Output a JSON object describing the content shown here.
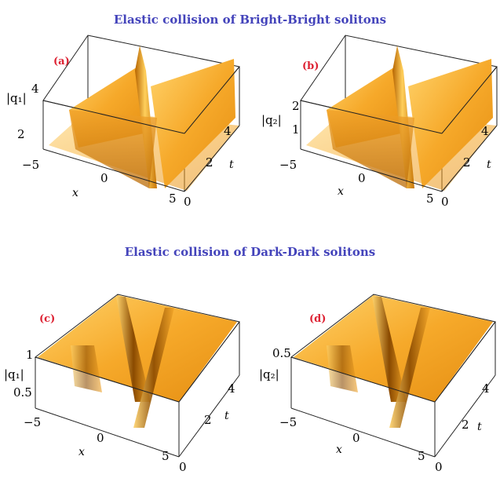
{
  "headings": {
    "top": "Elastic collision  of Bright-Bright solitons",
    "bottom": "Elastic collision  of Dark-Dark solitons"
  },
  "colors": {
    "heading": "#4444bb",
    "panel_label": "#dd2233",
    "surface_light": "#ffc94a",
    "surface_mid": "#f5a623",
    "surface_dark": "#a65a00"
  },
  "panels": [
    {
      "id": "a",
      "label": "(a)",
      "zlabel": "|q₁|",
      "zticks": [
        "4",
        "2"
      ],
      "xticks": [
        "−5",
        "0",
        "5"
      ],
      "tticks": [
        "0",
        "2",
        "4"
      ],
      "xlabel": "x",
      "tlabel": "t",
      "kind": "bright"
    },
    {
      "id": "b",
      "label": "(b)",
      "zlabel": "|q₂|",
      "zticks": [
        "2",
        "1"
      ],
      "xticks": [
        "−5",
        "0",
        "5"
      ],
      "tticks": [
        "0",
        "2",
        "4"
      ],
      "xlabel": "x",
      "tlabel": "t",
      "kind": "bright"
    },
    {
      "id": "c",
      "label": "(c)",
      "zlabel": "|q₁|",
      "zticks": [
        "1",
        "0.5"
      ],
      "xticks": [
        "−5",
        "0",
        "5"
      ],
      "tticks": [
        "0",
        "2",
        "4"
      ],
      "xlabel": "x",
      "tlabel": "t",
      "kind": "dark"
    },
    {
      "id": "d",
      "label": "(d)",
      "zlabel": "|q₂|",
      "zticks": [
        "0.5"
      ],
      "xticks": [
        "−5",
        "0",
        "5"
      ],
      "tticks": [
        "0",
        "2",
        "4"
      ],
      "xlabel": "x",
      "tlabel": "t",
      "kind": "dark"
    }
  ]
}
